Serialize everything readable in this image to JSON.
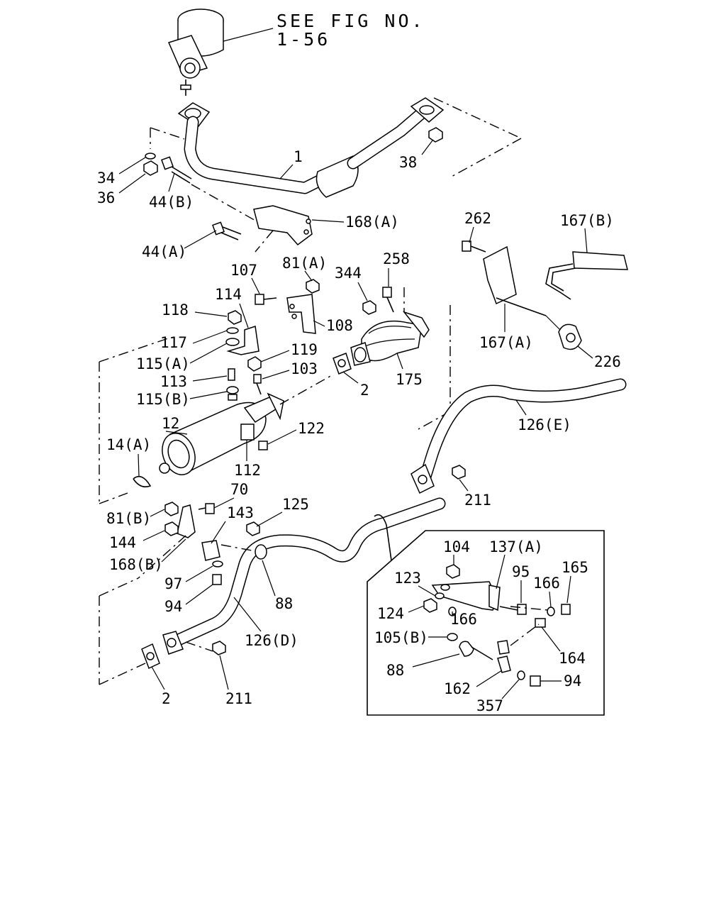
{
  "reference": {
    "line1": "SEE FIG NO.",
    "line2": "1-56"
  },
  "callouts": {
    "c1": "1",
    "c34": "34",
    "c36": "36",
    "c44b": "44(B)",
    "c38": "38",
    "c168a": "168(A)",
    "c44a": "44(A)",
    "c262": "262",
    "c167b": "167(B)",
    "c107": "107",
    "c81a": "81(A)",
    "c344": "344",
    "c258": "258",
    "c114": "114",
    "c118": "118",
    "c108": "108",
    "c117": "117",
    "c119": "119",
    "c115a": "115(A)",
    "c103": "103",
    "c113": "113",
    "c2a": "2",
    "c175": "175",
    "c167a": "167(A)",
    "c226": "226",
    "c115b": "115(B)",
    "c12": "12",
    "c122": "122",
    "c14a": "14(A)",
    "c112": "112",
    "c126e": "126(E)",
    "c211a": "211",
    "c70": "70",
    "c125": "125",
    "c81b": "81(B)",
    "c143": "143",
    "c144": "144",
    "c168b": "168(B)",
    "c97": "97",
    "c94a": "94",
    "c88a": "88",
    "c126d": "126(D)",
    "c2b": "2",
    "c211b": "211",
    "c104": "104",
    "c137a": "137(A)",
    "c95": "95",
    "c165": "165",
    "c123": "123",
    "c166a": "166",
    "c124": "124",
    "c166b": "166",
    "c105b": "105(B)",
    "c164": "164",
    "c88b": "88",
    "c94b": "94",
    "c162": "162",
    "c357": "357"
  }
}
